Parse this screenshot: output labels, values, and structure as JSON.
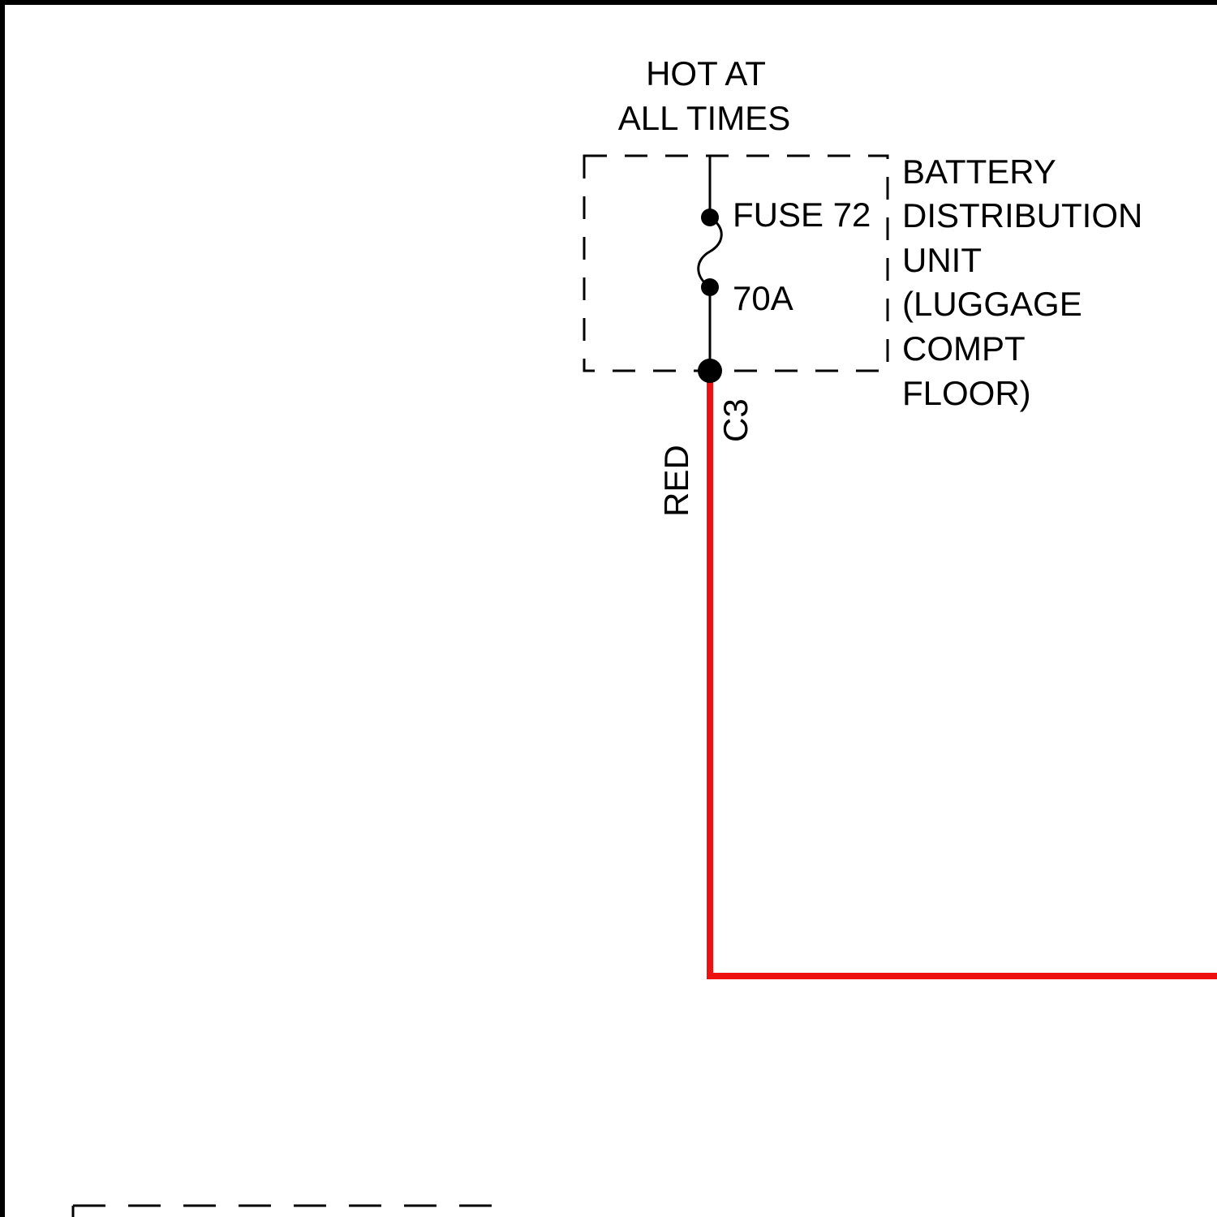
{
  "supply": {
    "line1": "HOT AT",
    "line2": "ALL TIMES"
  },
  "fuse": {
    "name": "FUSE 72",
    "rating": "70A"
  },
  "module": {
    "lines": [
      "BATTERY",
      "DISTRIBUTION",
      "UNIT",
      "(LUGGAGE",
      "COMPT",
      "FLOOR)"
    ]
  },
  "connector": {
    "pin": "C3"
  },
  "wire": {
    "color_label": "RED",
    "color_hex": "#ee1111"
  },
  "colors": {
    "ink": "#000000",
    "background": "#ffffff"
  }
}
